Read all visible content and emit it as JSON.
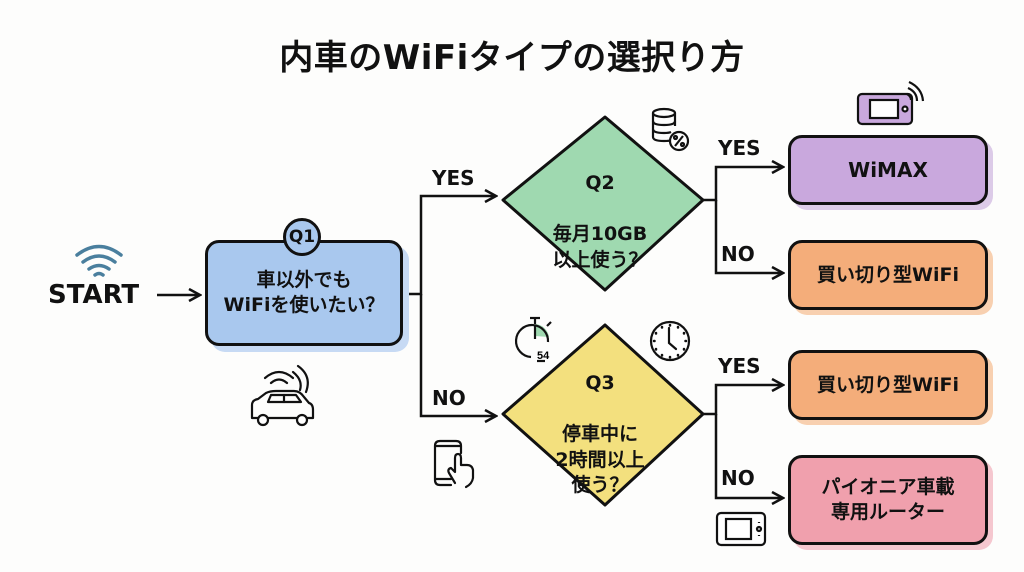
{
  "title": "内車のWiFiタイプの選択り方",
  "start": {
    "label": "START"
  },
  "q1": {
    "badge": "Q1",
    "text": "車以外でも\nWiFiを使いたい？"
  },
  "q2": {
    "badge": "Q2",
    "text": "毎月10GB\n以上使う？"
  },
  "q3": {
    "badge": "Q3",
    "text": "停車中に\n2時間以上\n使う？"
  },
  "branches": {
    "q1_yes": "YES",
    "q1_no": "NO",
    "q2_yes": "YES",
    "q2_no": "NO",
    "q3_yes": "YES",
    "q3_no": "NO"
  },
  "results": {
    "wimax": "WiMAX",
    "buy_wifi_1": "買い切り型WiFi",
    "buy_wifi_2": "買い切り型WiFi",
    "pioneer": "パイオニア車載\n専用ルーター"
  },
  "stopwatch_value": "54",
  "icons": [
    "wifi-icon",
    "car-wifi-icon",
    "database-percent-icon",
    "pocket-router-icon",
    "stopwatch-icon",
    "clock-icon",
    "smartphone-tap-icon",
    "car-router-icon"
  ],
  "colors": {
    "q1": "#a9c8ee",
    "q2": "#9fd9b0",
    "q3": "#f3e07e",
    "wimax": "#c9a8dd",
    "buy_wifi": "#f4ad7a",
    "pioneer": "#f0a0ad",
    "wifi_icon": "#4a7f9e"
  }
}
